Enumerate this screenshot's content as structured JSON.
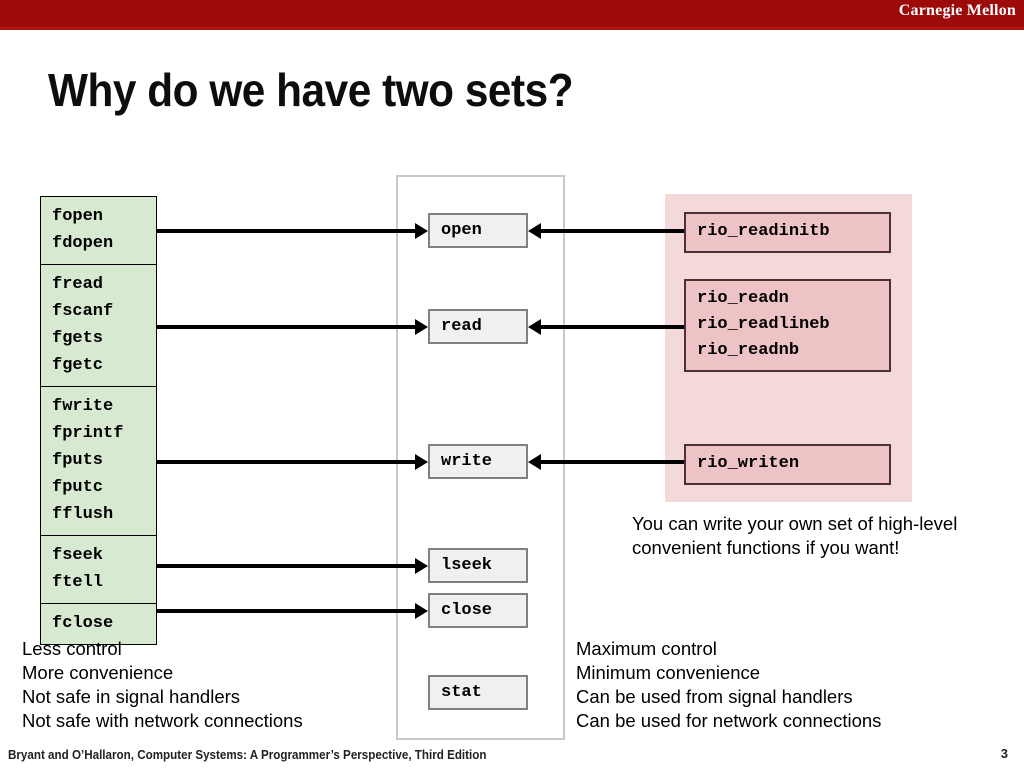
{
  "header": {
    "brand": "Carnegie Mellon",
    "bar_color": "#9c0a0a"
  },
  "title": "Why do we have two sets?",
  "stdio": {
    "fill_color": "#d7ead1",
    "groups": [
      {
        "name": "open-group",
        "lines": "fopen\nfdopen"
      },
      {
        "name": "read-group",
        "lines": "fread\nfscanf\nfgets\nfgetc"
      },
      {
        "name": "write-group",
        "lines": "fwrite\nfprintf\nfputs\nfputc\nfflush"
      },
      {
        "name": "seek-group",
        "lines": "fseek\nftell"
      },
      {
        "name": "close-group",
        "lines": "fclose"
      }
    ]
  },
  "syscalls": {
    "fill_color": "#f0f0f0",
    "items": [
      {
        "name": "open",
        "label": "open"
      },
      {
        "name": "read",
        "label": "read"
      },
      {
        "name": "write",
        "label": "write"
      },
      {
        "name": "lseek",
        "label": "lseek"
      },
      {
        "name": "close",
        "label": "close"
      },
      {
        "name": "stat",
        "label": "stat"
      }
    ]
  },
  "rio": {
    "panel_color": "#f4d9da",
    "box_color": "#eec3c5",
    "groups": [
      {
        "name": "readinitb-group",
        "lines": "rio_readinitb"
      },
      {
        "name": "readn-group",
        "lines": "rio_readn\nrio_readlineb\nrio_readnb"
      },
      {
        "name": "writen-group",
        "lines": "rio_writen"
      }
    ],
    "note": "You can write your own set of high-level convenient functions if you want!"
  },
  "tradeoffs": {
    "left": "Less control\nMore convenience\nNot safe in signal handlers\nNot safe with network connections",
    "right": "Maximum control\nMinimum convenience\nCan be used from signal handlers\nCan be used for network connections"
  },
  "footer": {
    "citation": "Bryant and O’Hallaron, Computer Systems: A Programmer’s Perspective, Third Edition",
    "page_number": "3"
  }
}
